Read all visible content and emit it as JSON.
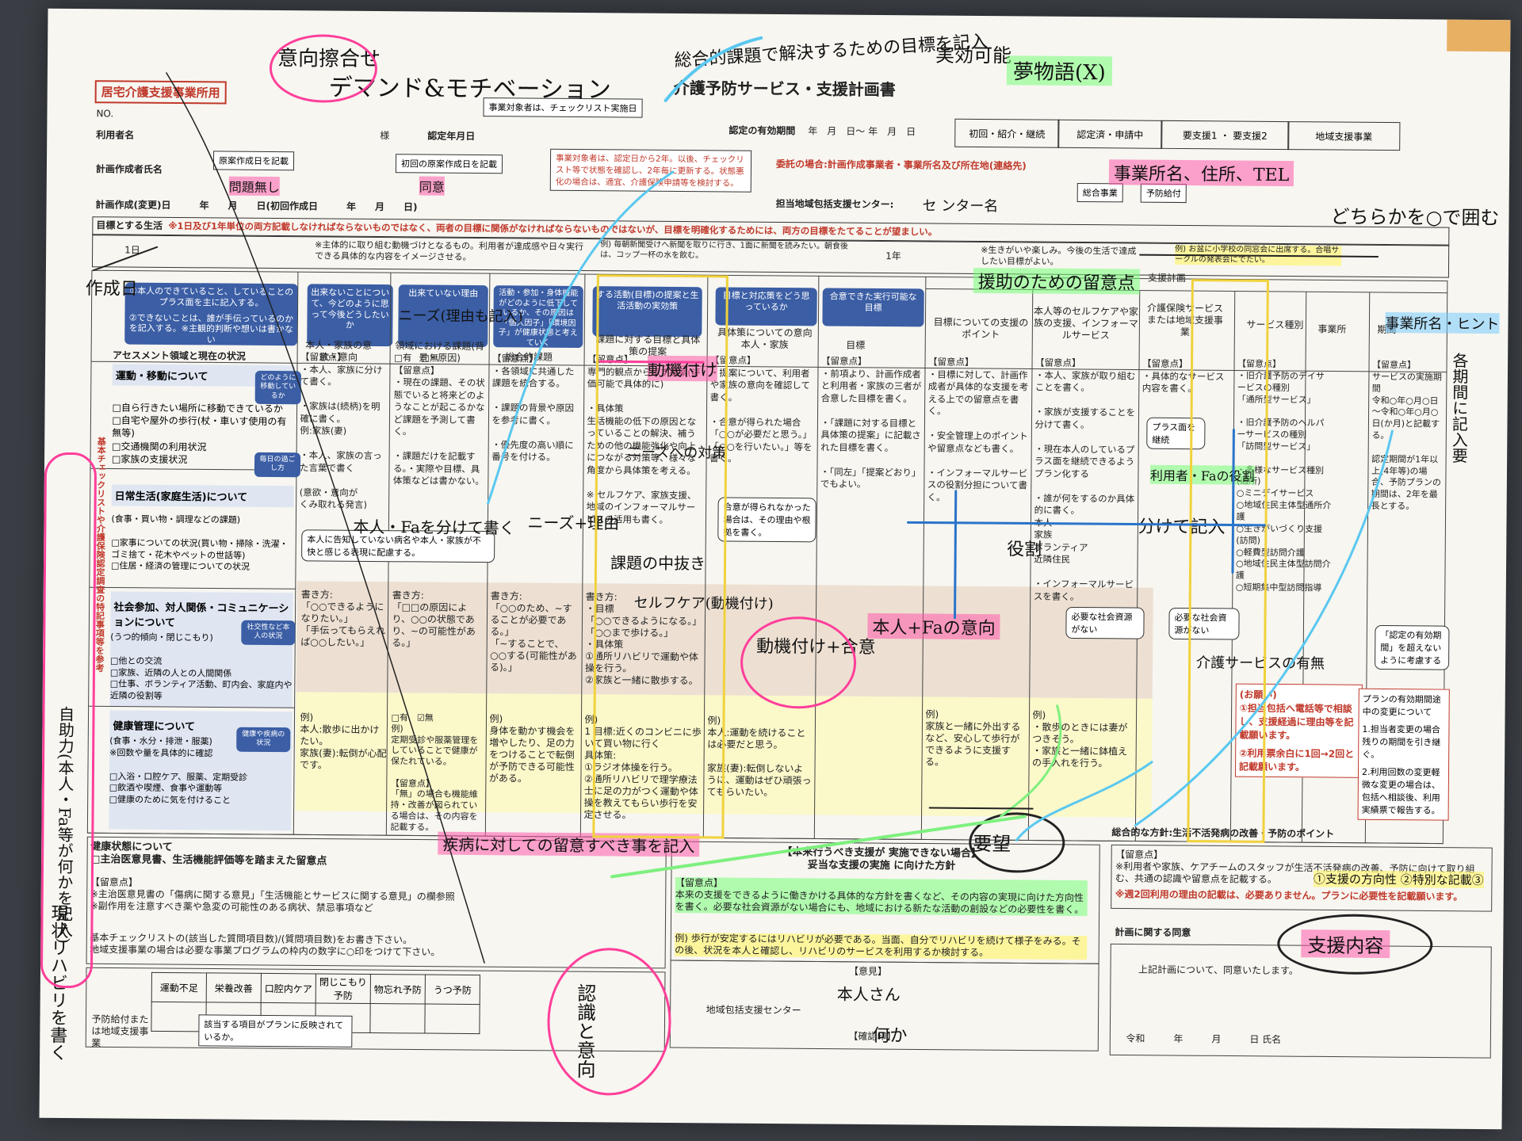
{
  "header": {
    "office_label": "居宅介護支援事業所用",
    "no_label": "NO.",
    "user_name_label": "利用者名",
    "sama": "様",
    "cert_date_label": "認定年月日",
    "year": "年",
    "month": "月",
    "day": "日",
    "target_note": "事業対象者は、チェックリスト実施日",
    "doc_title": "介護予防サービス・支援計画書",
    "valid_period_label": "認定の有効期間",
    "valid_period_value": "年　月　日～ 年　月　日",
    "status_options": "初回・紹介・継続",
    "cert_status": "認定済・申請中",
    "support_levels": "要支援1 ・ 要支援2",
    "regional_project": "地域支援事業",
    "planner_label": "計画作成者氏名",
    "orig_plan_note": "原案作成日を記載",
    "first_plan_note": "初回の原案作成日を記載",
    "target_warning": "事業対象者は、認定日から2年。以後、チェックリスト等で状態を確認し、2年毎に更新する。状態悪化の場合は、適宜、介護保険申請等を検討する。",
    "consign_label": "委託の場合:計画作成事業者・事業所名及び所在地(連絡先)",
    "general_project": "総合事業",
    "prevention_benefit": "予防給付",
    "center_label": "担当地域包括支援センター:",
    "plan_date_label": "計画作成(変更)日　　　年　　月　　日(初回作成日　　　年　　月　　日)",
    "goals_label": "目標とする生活",
    "goals_note": "※1日及び1年単位の両方記載しなければならないものではなく、両者の目標に関係がなければならないものではないが、目標を明確化するためには、両方の目標をたてることが望ましい。",
    "one_day": "1日",
    "one_day_note": "※主体的に取り組む動機づけとなるもの。利用者が達成感や日々実行できる具体的な内容をイメージさせる。",
    "one_day_example": "例) 毎朝新聞受けへ新聞を取りに行き、1面に新聞を読みたい。朝食後は、コップ一杯の水を飲む。",
    "one_year": "1年",
    "one_year_note": "※生きがいや楽しみ。今後の生活で達成したい目標がよい。",
    "one_year_example": "例) お盆に小学校の同窓会に出席する。合唱サークルの発表会にでたい。"
  },
  "columns": {
    "c1_title": "①本人のできていること、していることのプラス面を主に記入する。",
    "c1_title2": "②できないことは、誰が手伝っているのかを記入する。※主観的判断や想いは書かない",
    "c2_title": "出来ないことについて、今どのように思って今後どうしたいか",
    "c3_title": "出来ていない理由",
    "c4_title": "活動・参加・身体機能がどのように低下しているか、その原因は「個人因子」「環境因子」が健康状態と考えていく",
    "c5_title": "する活動(目標)の提案と生活活動の実効策",
    "c6_title": "目標と対応策をどう思っているか",
    "c7_title": "合意できた実行可能な目標",
    "assess_area": "アセスメント領域と現在の状況",
    "h_intent": "本人・家族の意欲・意向",
    "h_issue": "領域における課題(背景・原因)",
    "h_general": "総合的課題",
    "h_proposal": "課題に対する目標と具体策の提案",
    "h_opinion": "具体策についての意向 本人・家族",
    "h_goal": "目標",
    "support_plan": "支援計画",
    "h_point": "目標についての支援のポイント",
    "h_selfcare": "本人等のセルフケアや家族の支援、インフォーマルサービス",
    "h_insurance": "介護保険サービスまたは地域支援事業",
    "h_service": "サービス種別",
    "h_office": "事業所",
    "h_period": "期間"
  },
  "areas": {
    "a1": "運動・移動について",
    "a1_items": "□自ら行きたい場所に移動できているか\n□自宅や屋外の歩行(杖・車いす使用の有無等)\n□交通機関の利用状況\n□家族の支援状況",
    "a2": "日常生活(家庭生活)について",
    "a2_items": "(食事・買い物・調理などの課題)\n\n□家事についての状況(買い物・掃除・洗濯・ゴミ捨て・花木やペットの世話等)\n□住居・経済の管理についての状況",
    "a3": "社会参加、対人関係・コミュニケーションについて",
    "a3_items": "(うつ的傾向・閉じこもり)\n\n□他との交流\n□家族、近隣の人との人間関係\n□仕事、ボランティア活動、町内会、家庭内や近隣の役割等",
    "a4": "健康管理について",
    "a4_items": "(食事・水分・排泄・服薬)\n※回数や量を具体的に確認\n\n□入浴・口腔ケア、服薬、定期受診\n□飲酒や喫煙、食事や運動等\n□健康のために気を付けること",
    "side_label": "基本チェックリストや介護保険認定調査の特記事項等を参考"
  },
  "notes": {
    "col2": "【留意点】\n・本人、家族に分けて書く。\n\n・家族は(続柄)を明確に書く。\n例:家族(妻)\n\n・本人、家族の言った言葉で書く\n\n(意欲・意向が\nくみ取れる発言)",
    "col3": "□有　□無\n【留意点】\n・現在の課題、その状態でいると将来どのようなことが起こるかなど課題を予測して書く。\n\n・課題だけを記載する。・実際や目標、具体策などは書かない。",
    "col4": "【留意点】\n・各領域に共通した課題を統合する。\n\n・課題の背景や原因を参考に書く。\n\n・優先度の高い順に番号を付ける。",
    "col5": "【留意点】\n専門的観点から示す提案(評価可能で具体的に)\n\n・具体策\n生活機能の低下の原因となっていることの解決、補うための他の機能強化や向上につながる対策等、様々な角度から具体策を考える。\n\n※ セルフケア、家族支援、地域のインフォーマルサービスの活用も書く。",
    "col6": "【留意点】\n・提案について、利用者や家族の意向を確認して書く。\n\n・合意が得られた場合\n「○○が必要だと思う。」\n「○○を行いたい。」等を書く。",
    "col7": "【留意点】\n・前項より、計画作成者と利用者・家族の三者が合意した目標を書く。\n\n・「課題に対する目標と具体策の提案」に記載された目標を書く。\n\n・「同左」「提案どおり」でもよい。",
    "col8": "【留意点】\n・目標に対して、計画作成者が具体的な支援を考える上での留意点を書く。\n\n・安全管理上のポイントや留意点なども書く。\n\n・インフォーマルサービスの役割分担について書く。",
    "col9": "【留意点】\n・本人、家族が取り組むことを書く。\n\n・家族が支援することを分けて書く。\n\n・現在本人のしているプラス面を継続できるようプラン化する\n\n・誰が何をするのか具体的に書く。\n本人\n家族\nボランティア\n近隣住民\n\n・インフォーマルサービスを書く。",
    "col10": "【留意点】\n・具体的なサービス内容を書く。",
    "col11": "【留意点】\n・旧介護予防のデイサービスの種別\n「通所型サービス」\n\n・旧介護予防のヘルパーサービスの種別\n「訪問型サービス」\n\n・多様なサービス種別\n(通所)\n○ミニデイサービス\n○地域住民主体型通所介護\n○生きがいづくり支援\n(訪問)\n○軽費型訪問介護\n○地域住民主体型訪問介護\n○短期集中型訪問指導",
    "col12": "【留意点】\nサービスの実施期間\n令和○年○月○日～令和○年○月○日(か月)と記載する。\n\n認定期間が1年以上(4年等)の場合、予防プランの期間は、2年を最長とする。",
    "consent_bubble": "合意が得られなかった場合は、その理由や根拠を書く。",
    "tell_bubble": "本人に告知していない病名や本人・家族が不快と感じる表現に配慮する。",
    "social_bubble": "必要な社会資源がない",
    "social_bubble2": "必要な社会資源がない",
    "plus_bubble": "プラス面を継続",
    "cert_bubble": "「認定の有効期間」を超えないように考慮する",
    "daily_bubble": "毎日の過ごし方",
    "walk_bubble": "どのように移動しているか",
    "social_b3": "社交性など本人の状況",
    "health_b": "健康や疾病の状況"
  },
  "examples": {
    "ex2": "書き方:\n「○○できるようになりたい。」\n「手伝ってもらえれば○○したい。」",
    "ex3": "書き方:\n「□□の原因により、○○の状態であり、~の可能性がある。」",
    "ex4": "書き方:\n「○○のため、~することが必要である。」\n「~することで、○○する(可能性がある)。」",
    "ex5": "書き方:\n・目標\n「○○できるようになる。」\n「○○まで歩ける。」\n・具体策\n①通所リハビリで運動や体操を行う。\n②家族と一緒に散歩する。",
    "hk2": "例)\n本人:散歩に出かけたい。\n家族(妻):転倒が心配です。",
    "hk3": "□有　☑無\n例)\n定期受診や服薬管理をしていることで健康が保たれている。\n\n【留意点】\n「無」の場合も機能維持・改善が図られている場合は、その内容を記載する。",
    "hk4": "例)\n身体を動かす機会を増やしたり、足の力をつけることで転倒が予防できる可能性がある。",
    "hk5": "例)\n1 目標:近くのコンビニに歩いて買い物に行く\n具体策:\n①ラジオ体操を行う。\n②通所リハビリで理学療法士に足の力がつく運動や体操を教えてもらい歩行を安定させる。",
    "hk6": "例)\n本人:運動を続けることは必要だと思う。\n\n家族(妻):転倒しないように、運動はぜひ頑張ってもらいたい。",
    "hk8": "例)\n家族と一緒に外出するなど、安心して歩行ができるように支援する。",
    "hk9": "例)\n・散歩のときには妻がつきそう。\n・家族と一緒に鉢植えの手入れを行う。"
  },
  "request": {
    "title": "(お願い)",
    "item1": "①担当包括へ電話等で相談し、支援経過に理由等を記載願います。",
    "item2": "②利用票余白に1回→2回と記載願います。",
    "change_title": "プランの有効期間途中の変更について",
    "change1": "1.担当者変更の場合残りの期間を引き継ぐ。",
    "change2": "2.利用回数の変更軽微な変更の場合は、包括へ相談後、利用実績票で報告する。"
  },
  "bottom": {
    "health_title": "健康状態について\n□主治医意見書、生活機能評価等を踏まえた留意点",
    "health_note": "【留意点】\n※主治医意見書の「傷病に関する意見」「生活機能とサービスに関する意見」の欄参照\n※副作用を注意すべき薬や急変の可能性のある病状、禁忌事項など",
    "check_title": "基本チェックリストの(該当した質問項目数)/(質問項目数)をお書き下さい。\n地域支援事業の場合は必要な事業プログラムの枠内の数字に○印をつけて下さい。",
    "check_cols": [
      "運動不足",
      "栄養改善",
      "口腔内ケア",
      "閉じこもり予防",
      "物忘れ予防",
      "うつ予防"
    ],
    "benefit_label": "予防給付または地域支援事業",
    "reflect_note": "該当する項目がプランに反映されているか。",
    "unable_title": "【本来行うべき支援が 実施できない場合】\n妥当な支援の実施 に向けた方針",
    "unable_note": "【留意点】\n本来の支援をできるように働きかける具体的な方針を書くなど、その内容の実現に向けた方向性を書く。必要な社会資源がない場合にも、地域における新たな活動の創設などの必要性を書く。",
    "unable_example": "例) 歩行が安定するにはリハビリが必要である。当面、自分でリハビリを続けて様子をみる。その後、状況を本人と確認し、リハビリのサービスを利用するか検討する。",
    "center": "地域包括支援センター",
    "opinion": "【意見】",
    "confirm": "【確認印】",
    "policy_title": "総合的な方針:生活不活発病の改善・予防のポイント",
    "policy_note": "【留意点】\n※利用者や家族、ケアチームのスタッフが生活不活発病の改善、予防に向けて取り組む、共通の認識や留意点を記載する。",
    "policy_red": "※週2回利用の理由の記載は、必要ありません。プランに必要性を記載願います。",
    "agree_title": "計画に関する同意",
    "agree_text": "上記計画について、同意いたします。",
    "agree_date": "令和　　　年　　　月　　　日 氏名"
  },
  "handwritten": {
    "h1": "意向擦合せ",
    "h2": "デマンド&モチベーション",
    "h3": "総合的課題で解決するための目標を記入",
    "h4": "実効可能",
    "h5": "夢物語(X)",
    "h6": "事業所名、住所、TEL",
    "h7": "どちらかを○で囲む",
    "h8": "作成日",
    "h9": "ニーズ(理由も記入)",
    "h10": "動機付け",
    "h11": "ニーズへの対策",
    "h12": "援助のための留意点",
    "h13": "事業所名・ヒント",
    "h14": "各期間に記入要",
    "h15": "本人・Faを分けて書く",
    "h16": "ニーズ+理由",
    "h17": "課題の中抜き",
    "h18": "セルフケア(動機付け)",
    "h19": "動機付け+合意",
    "h20": "本人+Faの意向",
    "h21": "役割",
    "h22": "分けて記入",
    "h23": "利用者・Faの役割",
    "h24": "介護サービスの有無",
    "h25": "自助力(本人・Fa等が何かを記入)",
    "h26": "現状リハビリを書く",
    "h27": "疾病に対しての留意すべき事を記入",
    "h28": "要望",
    "h29": "認識と意向",
    "h30": "支援内容",
    "h31": "①支援の方向性 ②特別な記載③",
    "h32": "何か",
    "h33": "セ ンター名",
    "h34": "本人さん",
    "h35": "問題無し",
    "h36": "同意"
  },
  "colors": {
    "paper": "#f7f6f1",
    "blue_header": "#3b5ea5",
    "highlight_pink": "#ff5aaa",
    "highlight_green": "#78ff78",
    "highlight_yellow": "#fff578",
    "red_text": "#c0392b"
  }
}
